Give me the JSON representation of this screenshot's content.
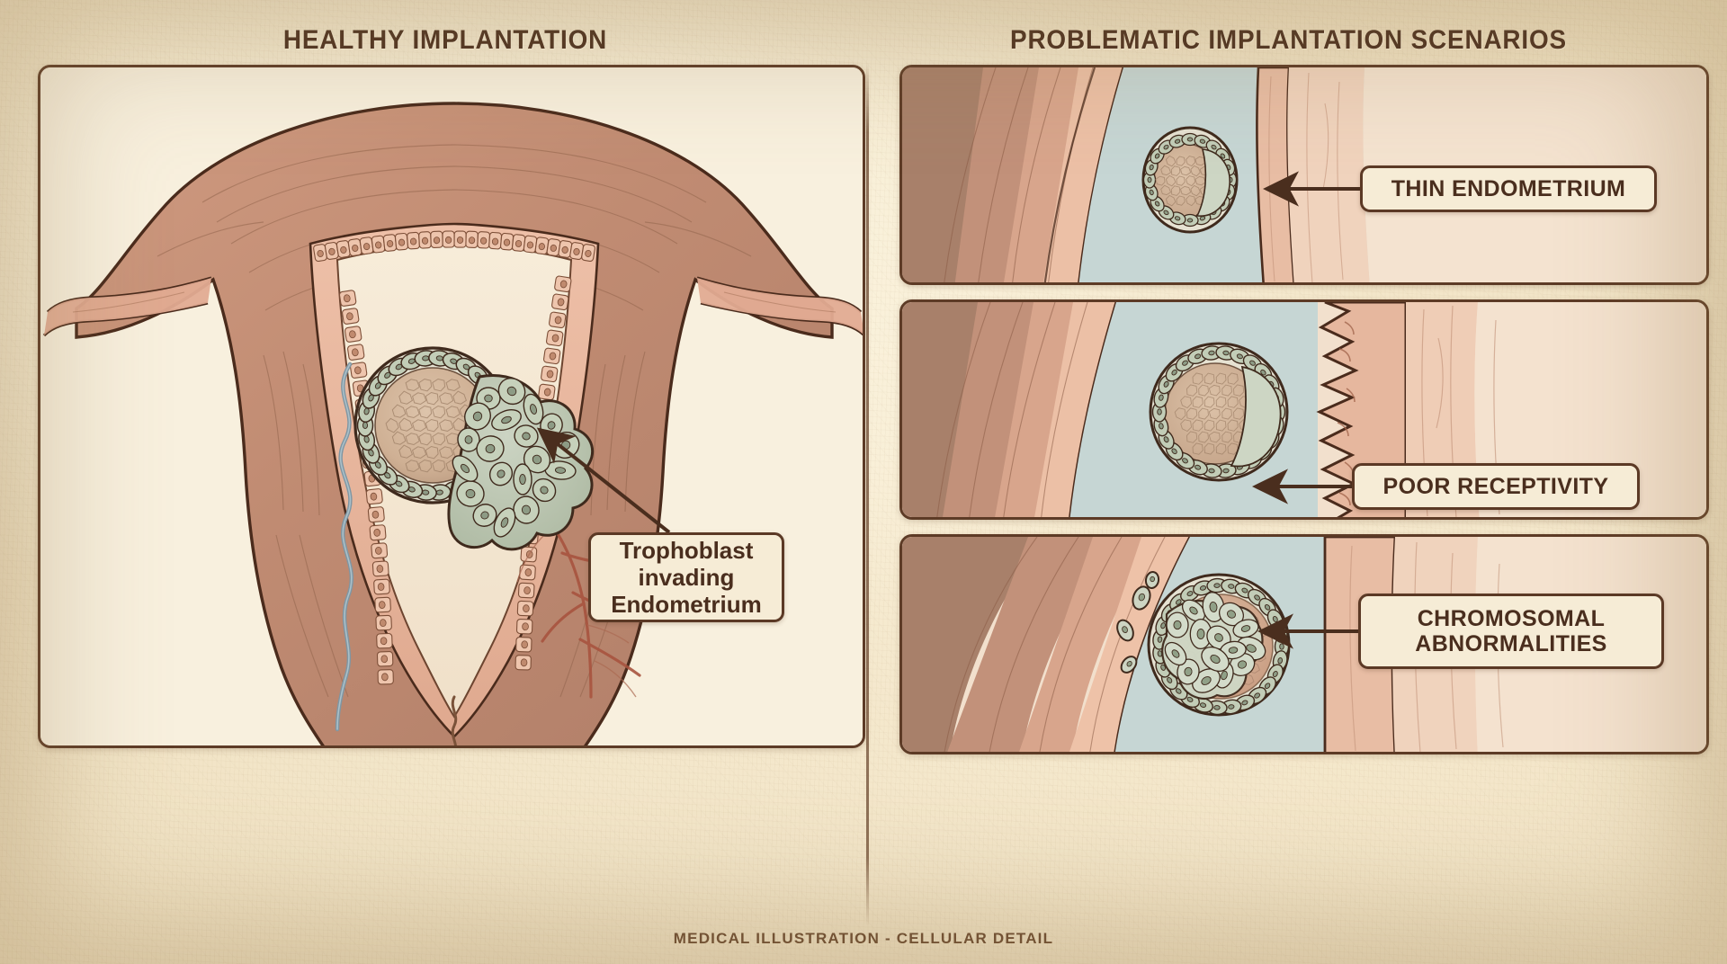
{
  "page": {
    "footer_caption": "MEDICAL ILLUSTRATION - CELLULAR DETAIL",
    "background_color": "#f0e2c3",
    "ink_color": "#4a2e1e"
  },
  "left_section": {
    "title": "HEALTHY IMPLANTATION",
    "callout": {
      "line1": "Trophoblast",
      "line2": "invading",
      "line3": "Endometrium",
      "style": "mixed-case",
      "arrow": "diagonal-up-left"
    },
    "illustration": {
      "name": "uterus-coronal-section",
      "structures": [
        "fundus",
        "myometrium",
        "endometrium",
        "uterine-cavity",
        "fallopian-tube-left",
        "fallopian-tube-right",
        "cervical-canal",
        "cervix",
        "spiral-artery",
        "blastocyst"
      ],
      "colors": {
        "myometrium": "#c08b74",
        "endometrium": "#e6b49c",
        "cavity": "#f3e3cf",
        "trophoblast": "#b9c4ad",
        "inner_cell_mass": "#d2b49b",
        "vessel": "#7f96a3",
        "outline": "#4a2b1c"
      }
    }
  },
  "right_section": {
    "title": "PROBLEMATIC IMPLANTATION SCENARIOS",
    "panels": [
      {
        "id": "thin-endometrium",
        "label": "THIN ENDOMETRIUM",
        "label_lines": [
          "THIN ENDOMETRIUM"
        ],
        "blastocyst_size": "small",
        "endometrium_thickness": "thin",
        "lining_texture": "smooth",
        "fragments": 0
      },
      {
        "id": "poor-receptivity",
        "label": "POOR RECEPTIVITY",
        "label_lines": [
          "POOR RECEPTIVITY"
        ],
        "blastocyst_size": "large",
        "endometrium_thickness": "irregular",
        "lining_texture": "jagged-serrated",
        "fragments": 0
      },
      {
        "id": "chromosomal-abnormalities",
        "label": "CHROMOSOMAL ABNORMALITIES",
        "label_lines": [
          "CHROMOSOMAL",
          "ABNORMALITIES"
        ],
        "blastocyst_size": "large",
        "endometrium_thickness": "normal",
        "lining_texture": "smooth",
        "fragments": 4
      }
    ],
    "panel_colors": {
      "cavity_fluid": "#c6d6d4",
      "muscle_dark": "#b08a72",
      "endometrium": "#e7b49d",
      "serosa": "#f3e0cd"
    }
  }
}
